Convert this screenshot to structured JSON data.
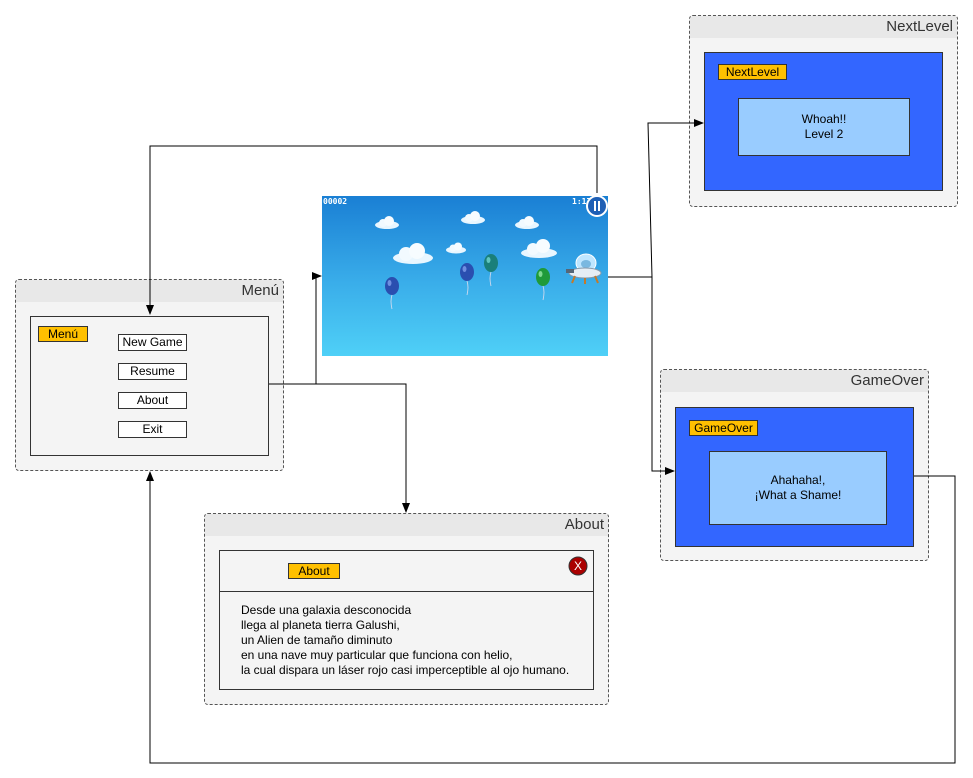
{
  "nextlevel": {
    "frame_title": "NextLevel",
    "tag": "NextLevel",
    "message": [
      "Whoah!!",
      "Level 2"
    ]
  },
  "menu": {
    "frame_title": "Menú",
    "tag": "Menú",
    "buttons": [
      "New Game",
      "Resume",
      "About",
      "Exit"
    ]
  },
  "game": {
    "score": "00002",
    "timer": "1:17"
  },
  "gameover": {
    "frame_title": "GameOver",
    "tag": "GameOver",
    "message": [
      "Ahahaha!,",
      "¡What a Shame!"
    ]
  },
  "about": {
    "frame_title": "About",
    "tag": "About",
    "close_label": "X",
    "text": [
      "Desde una galaxia desconocida",
      "llega al planeta tierra Galushi,",
      "un Alien de tamaño diminuto",
      "en una nave muy particular que funciona con helio,",
      "la cual dispara un láser rojo casi imperceptible al ojo humano."
    ]
  },
  "colors": {
    "screen_blue": "#3366ff",
    "tag_orange": "#ffc000",
    "message_blue": "#99ccff",
    "close_red": "#aa0000"
  }
}
